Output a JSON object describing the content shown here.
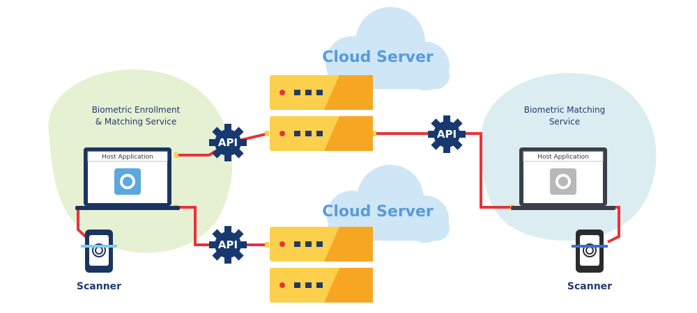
{
  "cloud_top": "Cloud Server",
  "cloud_bottom": "Cloud Server",
  "left_service": {
    "line1": "Biometric Enrollment",
    "line2": "& Matching Service"
  },
  "right_service": {
    "line1": "Biometric  Matching",
    "line2": "Service"
  },
  "left_host": "Host Application",
  "right_host": "Host Application",
  "left_scanner": "Scanner",
  "right_scanner": "Scanner",
  "api_labels": [
    "API",
    "API",
    "API"
  ],
  "colors": {
    "connector": "#e8323a",
    "server_yellow": "#fcd04c",
    "server_orange": "#f7a623",
    "cloud": "#cfe6f6",
    "gear": "#17396f",
    "left_blob": "#e6f0d3",
    "right_blob": "#dcedf1"
  }
}
